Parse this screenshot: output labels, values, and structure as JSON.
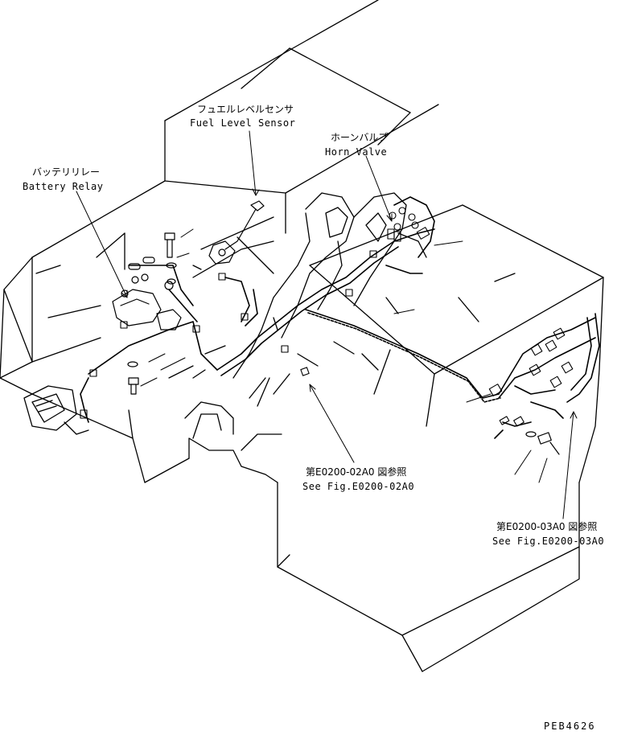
{
  "callouts": {
    "fuel_level_sensor": {
      "jp": "フュエルレベルセンサ",
      "en": "Fuel Level Sensor"
    },
    "horn_valve": {
      "jp": "ホーンバルブ",
      "en": "Horn Valve"
    },
    "battery_relay": {
      "jp": "バッテリリレー",
      "en": "Battery Relay"
    },
    "ref_02a0": {
      "jp": "第E0200-02A0 図参照",
      "en": "See Fig.E0200-02A0"
    },
    "ref_03a0": {
      "jp": "第E0200-03A0 図参照",
      "en": "See Fig.E0200-03A0"
    }
  },
  "drawing_code": "PEB4626",
  "style": {
    "line_color": "#000000",
    "background": "#ffffff"
  }
}
